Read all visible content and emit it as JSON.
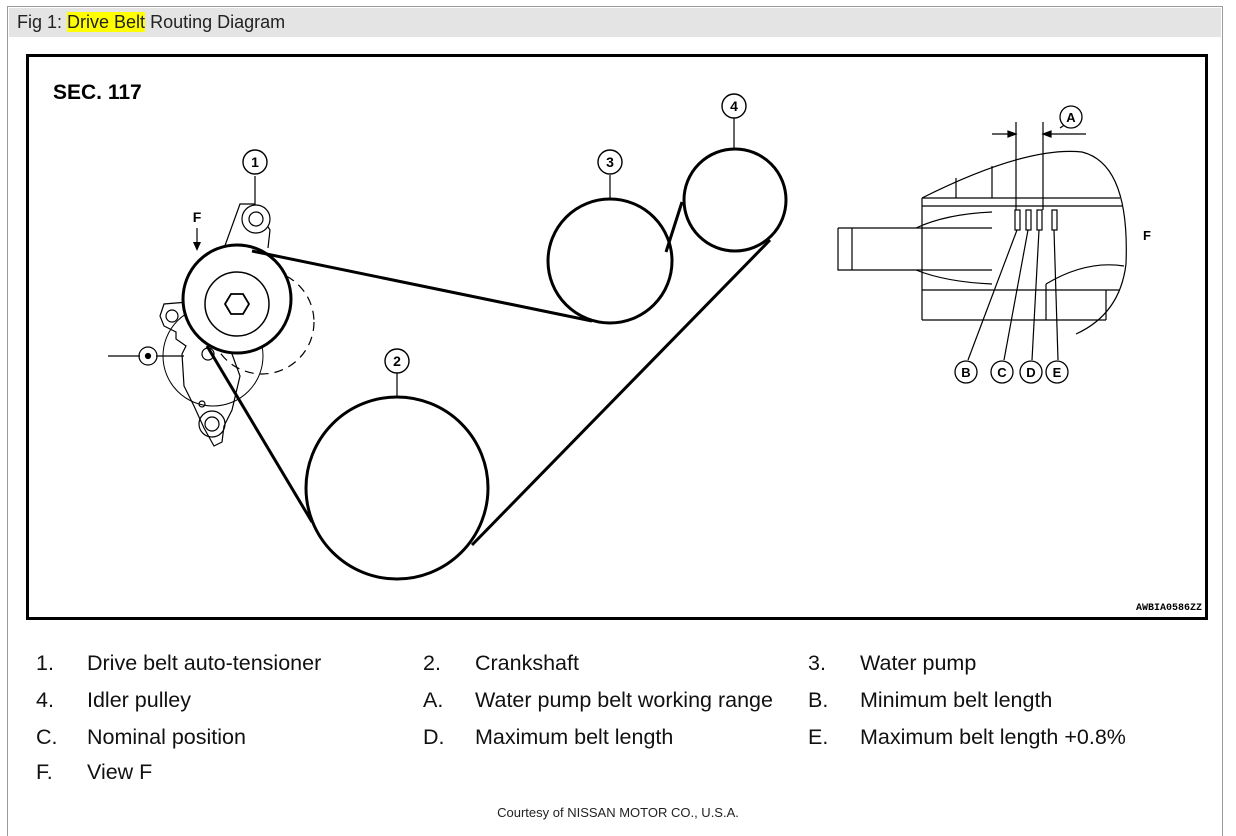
{
  "figure": {
    "title_prefix": "Fig 1: ",
    "title_highlight": "Drive Belt",
    "title_suffix": " Routing Diagram",
    "highlight_color": "#ffff00"
  },
  "diagram": {
    "section": "SEC. 117",
    "code": "AWBIA0586ZZ",
    "callouts": {
      "n1": "1",
      "n2": "2",
      "n3": "3",
      "n4": "4",
      "A": "A",
      "B": "B",
      "C": "C",
      "D": "D",
      "E": "E"
    },
    "view_marker": "F",
    "view_label": "F"
  },
  "legend": [
    {
      "key": "1.",
      "text": "Drive belt auto-tensioner"
    },
    {
      "key": "2.",
      "text": "Crankshaft"
    },
    {
      "key": "3.",
      "text": "Water pump"
    },
    {
      "key": "4.",
      "text": "Idler pulley"
    },
    {
      "key": "A.",
      "text": "Water pump belt working range"
    },
    {
      "key": "B.",
      "text": "Minimum belt length"
    },
    {
      "key": "C.",
      "text": "Nominal position"
    },
    {
      "key": "D.",
      "text": "Maximum belt length"
    },
    {
      "key": "E.",
      "text": "Maximum belt length +0.8%"
    },
    {
      "key": "F.",
      "text": "View F"
    }
  ],
  "courtesy": "Courtesy of NISSAN MOTOR CO., U.S.A."
}
